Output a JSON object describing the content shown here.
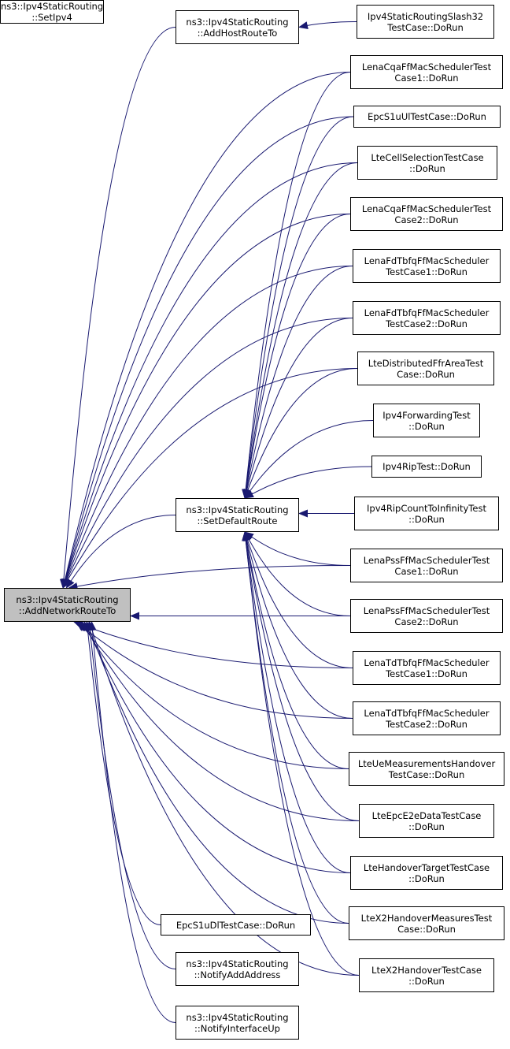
{
  "diagram": {
    "line_color": "#191970",
    "root": {
      "id": "root",
      "lines": [
        "ns3::Ipv4StaticRouting",
        "::AddNetworkRouteTo"
      ]
    },
    "nodes": [
      {
        "id": "addHost",
        "lines": [
          "ns3::Ipv4StaticRouting",
          "::AddHostRouteTo"
        ]
      },
      {
        "id": "setDefault",
        "lines": [
          "ns3::Ipv4StaticRouting",
          "::SetDefaultRoute"
        ]
      },
      {
        "id": "epcS1uDl",
        "lines": [
          "EpcS1uDlTestCase::DoRun"
        ]
      },
      {
        "id": "notifyAdd",
        "lines": [
          "ns3::Ipv4StaticRouting",
          "::NotifyAddAddress"
        ]
      },
      {
        "id": "notifyUp",
        "lines": [
          "ns3::Ipv4StaticRouting",
          "::NotifyInterfaceUp"
        ]
      },
      {
        "id": "slash32",
        "lines": [
          "Ipv4StaticRoutingSlash32",
          "TestCase::DoRun"
        ]
      },
      {
        "id": "cqa1",
        "lines": [
          "LenaCqaFfMacSchedulerTest",
          "Case1::DoRun"
        ]
      },
      {
        "id": "epcS1uUl",
        "lines": [
          "EpcS1uUlTestCase::DoRun"
        ]
      },
      {
        "id": "cellSel",
        "lines": [
          "LteCellSelectionTestCase",
          "::DoRun"
        ]
      },
      {
        "id": "cqa2",
        "lines": [
          "LenaCqaFfMacSchedulerTest",
          "Case2::DoRun"
        ]
      },
      {
        "id": "fdtbfq1",
        "lines": [
          "LenaFdTbfqFfMacScheduler",
          "TestCase1::DoRun"
        ]
      },
      {
        "id": "fdtbfq2",
        "lines": [
          "LenaFdTbfqFfMacScheduler",
          "TestCase2::DoRun"
        ]
      },
      {
        "id": "distFfr",
        "lines": [
          "LteDistributedFfrAreaTest",
          "Case::DoRun"
        ]
      },
      {
        "id": "fwd",
        "lines": [
          "Ipv4ForwardingTest",
          "::DoRun"
        ]
      },
      {
        "id": "rip",
        "lines": [
          "Ipv4RipTest::DoRun"
        ]
      },
      {
        "id": "ripInf",
        "lines": [
          "Ipv4RipCountToInfinityTest",
          "::DoRun"
        ]
      },
      {
        "id": "pss1",
        "lines": [
          "LenaPssFfMacSchedulerTest",
          "Case1::DoRun"
        ]
      },
      {
        "id": "pss2",
        "lines": [
          "LenaPssFfMacSchedulerTest",
          "Case2::DoRun"
        ]
      },
      {
        "id": "tdtbfq1",
        "lines": [
          "LenaTdTbfqFfMacScheduler",
          "TestCase1::DoRun"
        ]
      },
      {
        "id": "tdtbfq2",
        "lines": [
          "LenaTdTbfqFfMacScheduler",
          "TestCase2::DoRun"
        ]
      },
      {
        "id": "ueMeas",
        "lines": [
          "LteUeMeasurementsHandover",
          "TestCase::DoRun"
        ]
      },
      {
        "id": "epcE2e",
        "lines": [
          "LteEpcE2eDataTestCase",
          "::DoRun"
        ]
      },
      {
        "id": "hoTarget",
        "lines": [
          "LteHandoverTargetTestCase",
          "::DoRun"
        ]
      },
      {
        "id": "x2Meas",
        "lines": [
          "LteX2HandoverMeasuresTest",
          "Case::DoRun"
        ]
      },
      {
        "id": "x2Ho",
        "lines": [
          "LteX2HandoverTestCase",
          "::DoRun"
        ]
      },
      {
        "id": "setIpv4",
        "lines": [
          "ns3::Ipv4StaticRouting",
          "::SetIpv4"
        ]
      }
    ],
    "edges": [
      [
        "addHost",
        "root"
      ],
      [
        "setDefault",
        "root"
      ],
      [
        "epcS1uDl",
        "root"
      ],
      [
        "notifyAdd",
        "root"
      ],
      [
        "notifyUp",
        "root"
      ],
      [
        "cqa1",
        "root"
      ],
      [
        "epcS1uUl",
        "root"
      ],
      [
        "cellSel",
        "root"
      ],
      [
        "cqa2",
        "root"
      ],
      [
        "fdtbfq1",
        "root"
      ],
      [
        "fdtbfq2",
        "root"
      ],
      [
        "distFfr",
        "root"
      ],
      [
        "pss1",
        "root"
      ],
      [
        "pss2",
        "root"
      ],
      [
        "tdtbfq1",
        "root"
      ],
      [
        "tdtbfq2",
        "root"
      ],
      [
        "ueMeas",
        "root"
      ],
      [
        "epcE2e",
        "root"
      ],
      [
        "hoTarget",
        "root"
      ],
      [
        "x2Meas",
        "root"
      ],
      [
        "x2Ho",
        "root"
      ],
      [
        "slash32",
        "addHost"
      ],
      [
        "cqa1",
        "setDefault"
      ],
      [
        "epcS1uUl",
        "setDefault"
      ],
      [
        "cellSel",
        "setDefault"
      ],
      [
        "cqa2",
        "setDefault"
      ],
      [
        "fdtbfq1",
        "setDefault"
      ],
      [
        "fdtbfq2",
        "setDefault"
      ],
      [
        "distFfr",
        "setDefault"
      ],
      [
        "fwd",
        "setDefault"
      ],
      [
        "rip",
        "setDefault"
      ],
      [
        "ripInf",
        "setDefault"
      ],
      [
        "pss1",
        "setDefault"
      ],
      [
        "pss2",
        "setDefault"
      ],
      [
        "tdtbfq1",
        "setDefault"
      ],
      [
        "tdtbfq2",
        "setDefault"
      ],
      [
        "ueMeas",
        "setDefault"
      ],
      [
        "epcE2e",
        "setDefault"
      ],
      [
        "hoTarget",
        "setDefault"
      ],
      [
        "x2Meas",
        "setDefault"
      ],
      [
        "x2Ho",
        "setDefault"
      ],
      [
        "setIpv4",
        "notifyUp"
      ]
    ]
  }
}
